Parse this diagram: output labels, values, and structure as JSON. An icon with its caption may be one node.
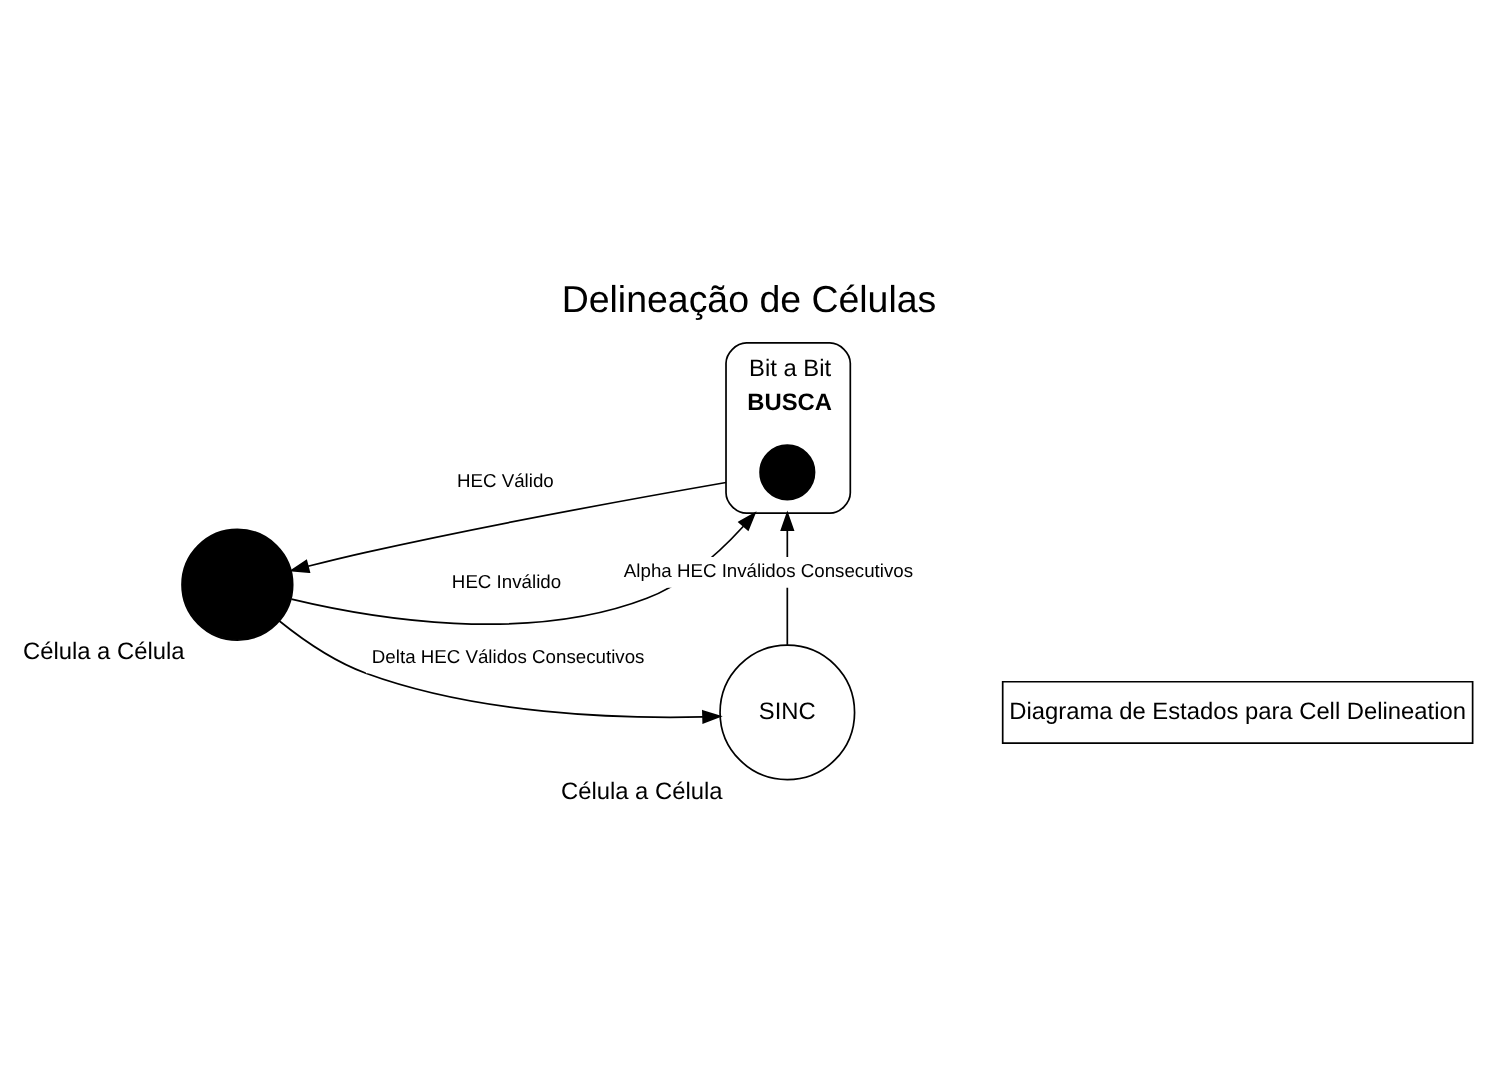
{
  "diagram": {
    "title": "Delineação de Células",
    "caption": "Diagrama de Estados para Cell Delineation",
    "nodes": [
      {
        "text": [
          "BUSCA"
        ],
        "beside": [
          "Bit a Bit"
        ]
      },
      {
        "text": [],
        "shape": "circle",
        "in": 0
      },
      {
        "text": [],
        "shape": "circle",
        "beside": [
          "Célula a Célula"
        ]
      },
      {
        "text": [
          "SINC"
        ],
        "beside": [
          "Célula a Célula"
        ]
      }
    ],
    "edges": [
      {
        "from": 0,
        "to": 2,
        "arrow": "to",
        "label": "HEC Válido"
      },
      {
        "from": 2,
        "to": 0,
        "arrow": "to",
        "label": "HEC Inválido"
      },
      {
        "from": 2,
        "to": 3,
        "arrow": "to",
        "label": "Delta HEC Válidos Consecutivos"
      },
      {
        "from": 3,
        "to": 0,
        "arrow": "to",
        "label": "Alpha HEC Inválidos Consecutivos"
      }
    ]
  }
}
